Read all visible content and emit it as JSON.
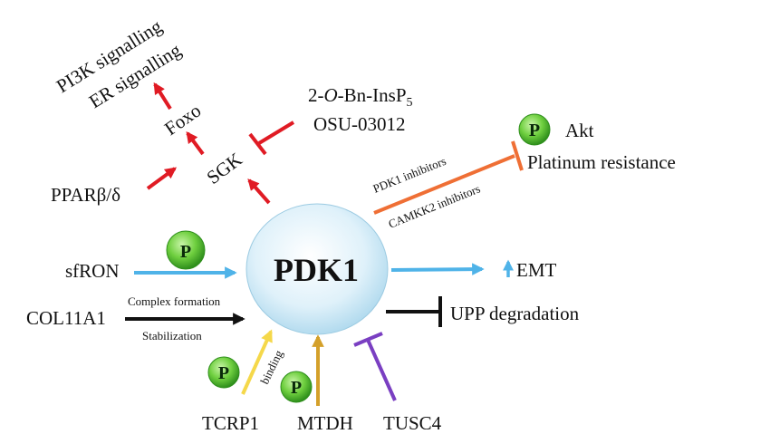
{
  "hub": {
    "label": "PDK1"
  },
  "labels": {
    "pi3k": "PI3K signalling",
    "er": "ER signalling",
    "foxo": "Foxo",
    "sgk": "SGK",
    "ppar": "PPARβ/δ",
    "inhibitor1_pre": "2-",
    "inhibitor1_italic": "O",
    "inhibitor1_post": "-Bn-InsP",
    "inhibitor1_sub": "5",
    "inhibitor2": "OSU-03012",
    "akt": "Akt",
    "platinum": "Platinum resistance",
    "pdk1_inhibitors": "PDK1 inhibitors",
    "camkk2_inhibitors": "CAMKK2 inhibitors",
    "sfron": "sfRON",
    "col11a1": "COL11A1",
    "complex_formation": "Complex formation",
    "stabilization": "Stabilization",
    "emt": "EMT",
    "upp": "UPP degradation",
    "binding": "binding",
    "tcrp1": "TCRP1",
    "mtdh": "MTDH",
    "tusc4": "TUSC4"
  },
  "badges": {
    "phospho": "P"
  },
  "colors": {
    "red": "#e01b24",
    "blue": "#4fb3e8",
    "orange": "#ef6f35",
    "black": "#111111",
    "yellow": "#f5d84a",
    "gold": "#d4a02a",
    "purple": "#7a3fc2",
    "badge_green": "#6fcf3f",
    "hub_fill": "#d8eef8"
  }
}
